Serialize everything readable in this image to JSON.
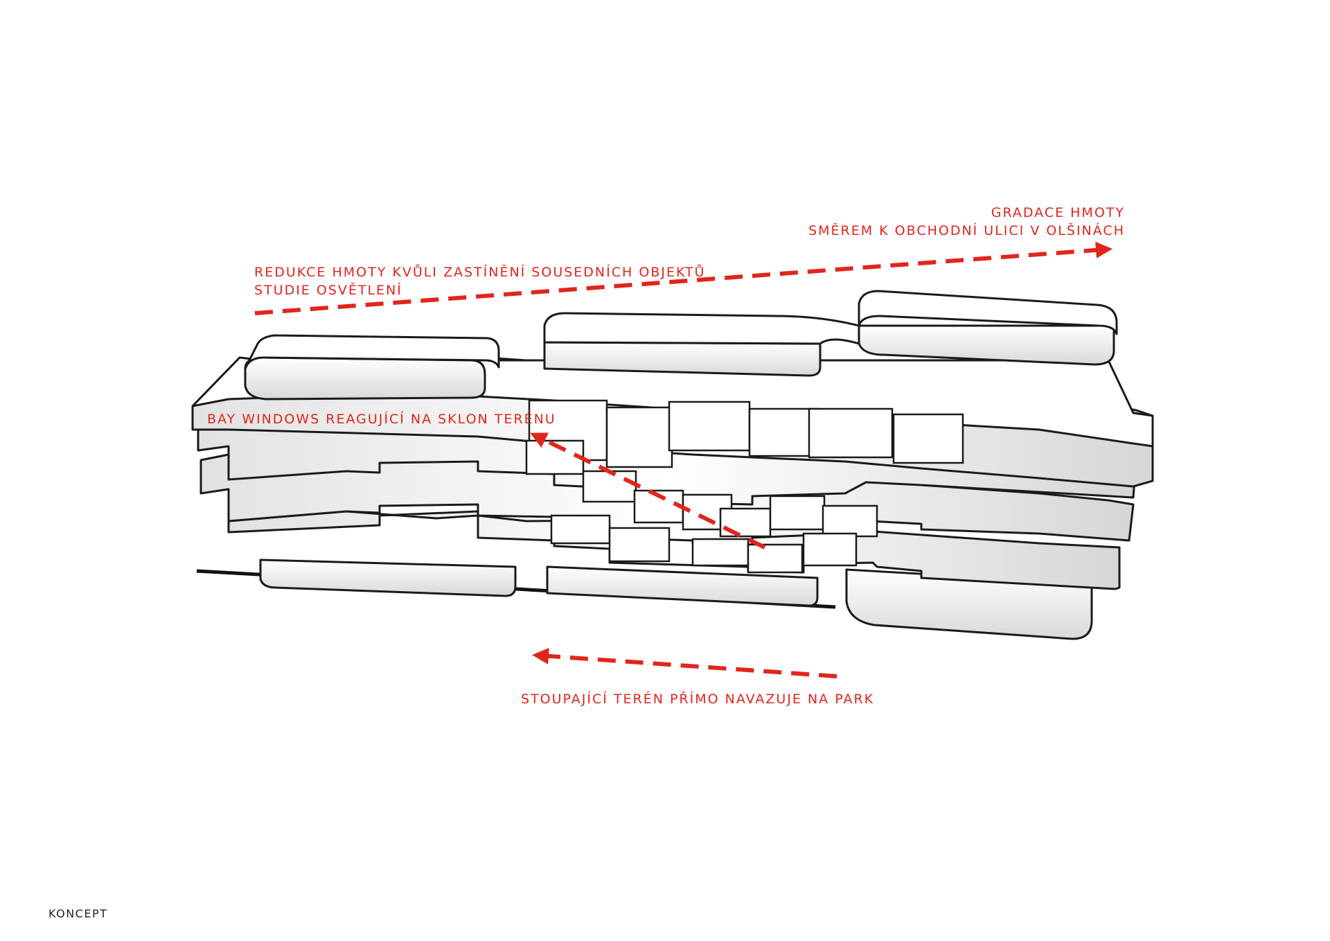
{
  "colors": {
    "annotation": "#e1251b",
    "outline": "#1a1a1a",
    "mass_fill": "#ffffff",
    "mass_shadow": "#dcdcdc",
    "ground": "#111111"
  },
  "annotations": {
    "top_left": {
      "line1": "REDUKCE HMOTY KVŮLI ZASTÍNĚNÍ SOUSEDNÍCH OBJEKTŮ",
      "line2": "STUDIE OSVĚTLENÍ"
    },
    "top_right": {
      "line1": "GRADACE HMOTY",
      "line2": "SMĚREM K OBCHODNÍ ULICI V OLŠINÁCH"
    },
    "middle": {
      "line1": "BAY WINDOWS REAGUJÍCÍ NA SKLON TERÉNU"
    },
    "bottom": {
      "line1": "STOUPAJÍCÍ TERÉN PŘÍMO NAVAZUJE NA PARK"
    }
  },
  "caption": "KONCEPT"
}
